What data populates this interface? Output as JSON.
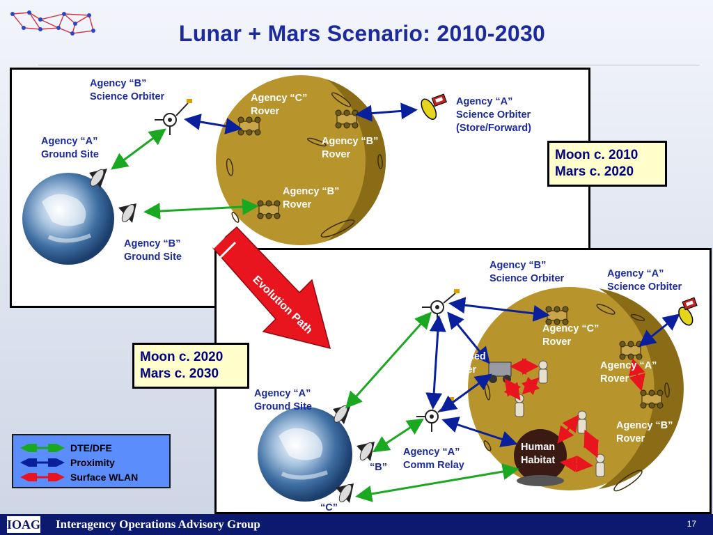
{
  "title": "Lunar + Mars Scenario:  2010-2030",
  "footer": {
    "logo": "IOAG",
    "org": "Interagency Operations Advisory Group",
    "page": "17"
  },
  "top": {
    "labels": {
      "b_orbiter": "Agency “B”\nScience Orbiter",
      "a_ground": "Agency “A”\nGround Site",
      "b_ground": "Agency “B”\nGround Site",
      "c_rover": "Agency “C”\nRover",
      "b_rover1": "Agency “B”\nRover",
      "b_rover2": "Agency “B”\nRover",
      "a_orbiter": "Agency “A”\nScience Orbiter\n(Store/Forward)"
    },
    "date_box": "Moon c. 2010\nMars c. 2020"
  },
  "evolution_label": "Evolution Path",
  "bottom": {
    "labels": {
      "b_orbiter": "Agency “B”\nScience Orbiter",
      "a_orbiter": "Agency “A”\nScience Orbiter",
      "c_rover": "Agency “C”\nRover",
      "manned_rover": "Manned\nRover",
      "a_rover": "Agency “A”\nRover",
      "b_rover": "Agency “B”\nRover",
      "a_ground": "Agency “A”\nGround Site",
      "a_relay": "Agency “A”\nComm Relay",
      "b_site": "“B”",
      "c_site": "“C”",
      "habitat": "Human\nHabitat"
    },
    "date_box": "Moon c. 2020\nMars c. 2030"
  },
  "legend": [
    {
      "label": "DTE/DFE",
      "color": "#19a81f"
    },
    {
      "label": "Proximity",
      "color": "#0a1f9c"
    },
    {
      "label": "Surface WLAN",
      "color": "#e8141e"
    }
  ],
  "colors": {
    "title": "#1c2a9c",
    "moon": "#b8952c",
    "moon_shadow": "#8a6c16",
    "dte": "#19a81f",
    "proximity": "#0a1f9c",
    "wlan": "#e8141e"
  }
}
